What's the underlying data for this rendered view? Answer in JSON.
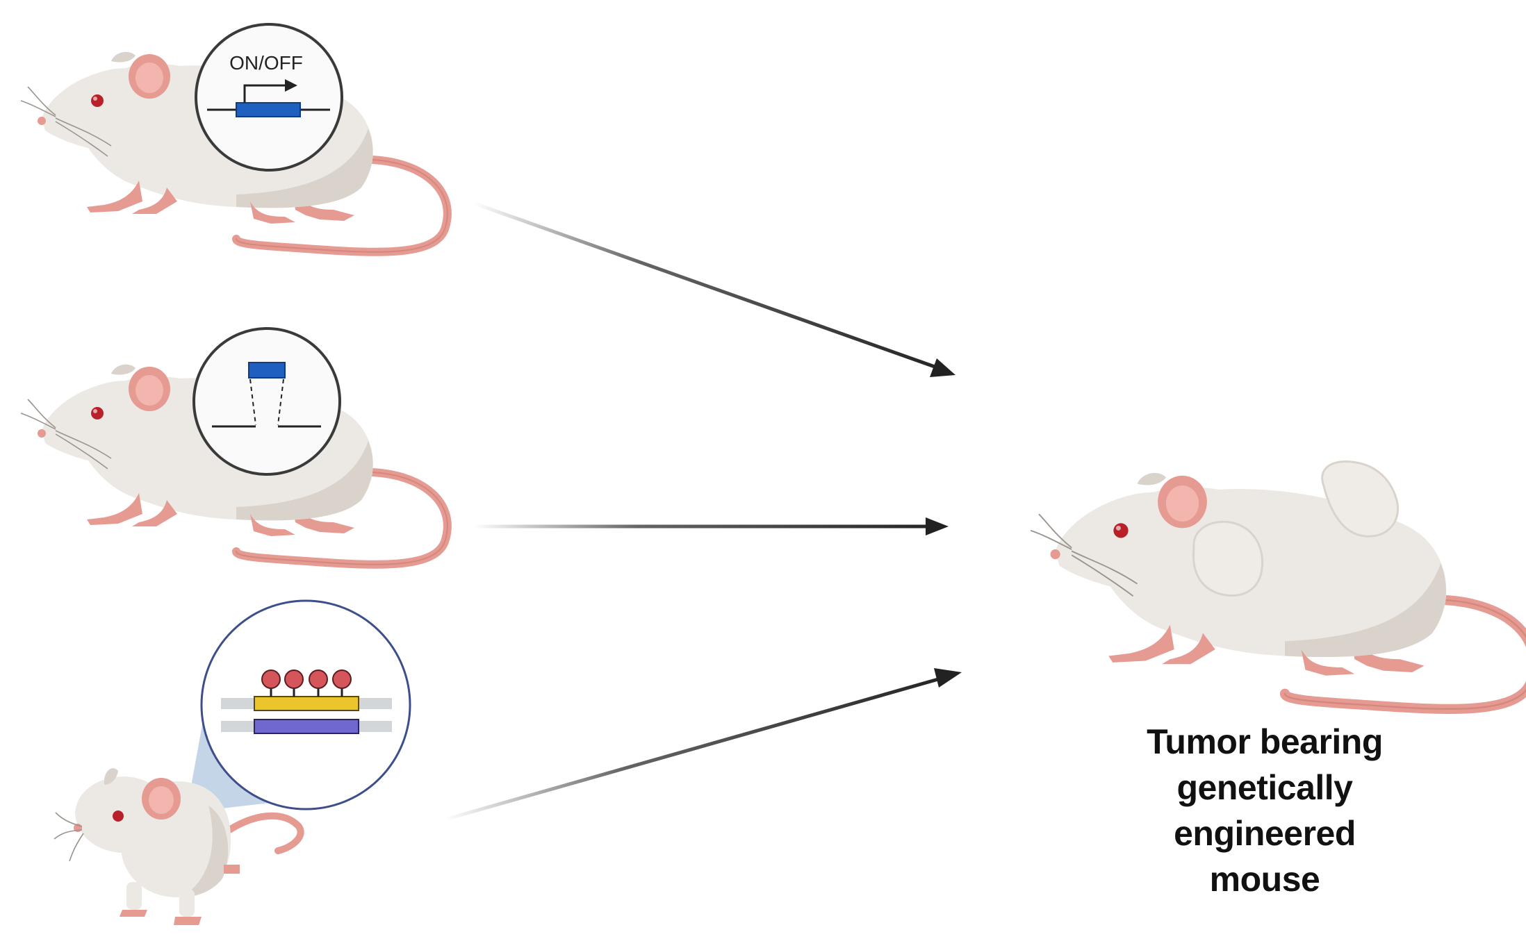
{
  "mice": [
    {
      "id": "conditional",
      "inset_label": "ON/OFF",
      "inset_type": "conditional-promoter"
    },
    {
      "id": "knockout",
      "inset_type": "gene-deletion"
    },
    {
      "id": "crispr",
      "inset_type": "methylated-transgene"
    }
  ],
  "result": {
    "label_lines": [
      "Tumor bearing",
      "genetically",
      "engineered",
      "mouse"
    ],
    "features": [
      "tumor-lumps"
    ]
  },
  "colors": {
    "fur": "#ece9e5",
    "fur_shade": "#d9d3cc",
    "skin": "#e59a92",
    "skin_dark": "#c97c72",
    "eye": "#b8212a",
    "gene_blue": "#1f5fbf",
    "gene_yellow": "#eac52b",
    "gene_purple": "#6f68cf",
    "marker_red": "#d4555a",
    "inset_border": "#3a3a3a",
    "inset_border_blue": "#3d4f8a",
    "arrow": "#222222"
  }
}
